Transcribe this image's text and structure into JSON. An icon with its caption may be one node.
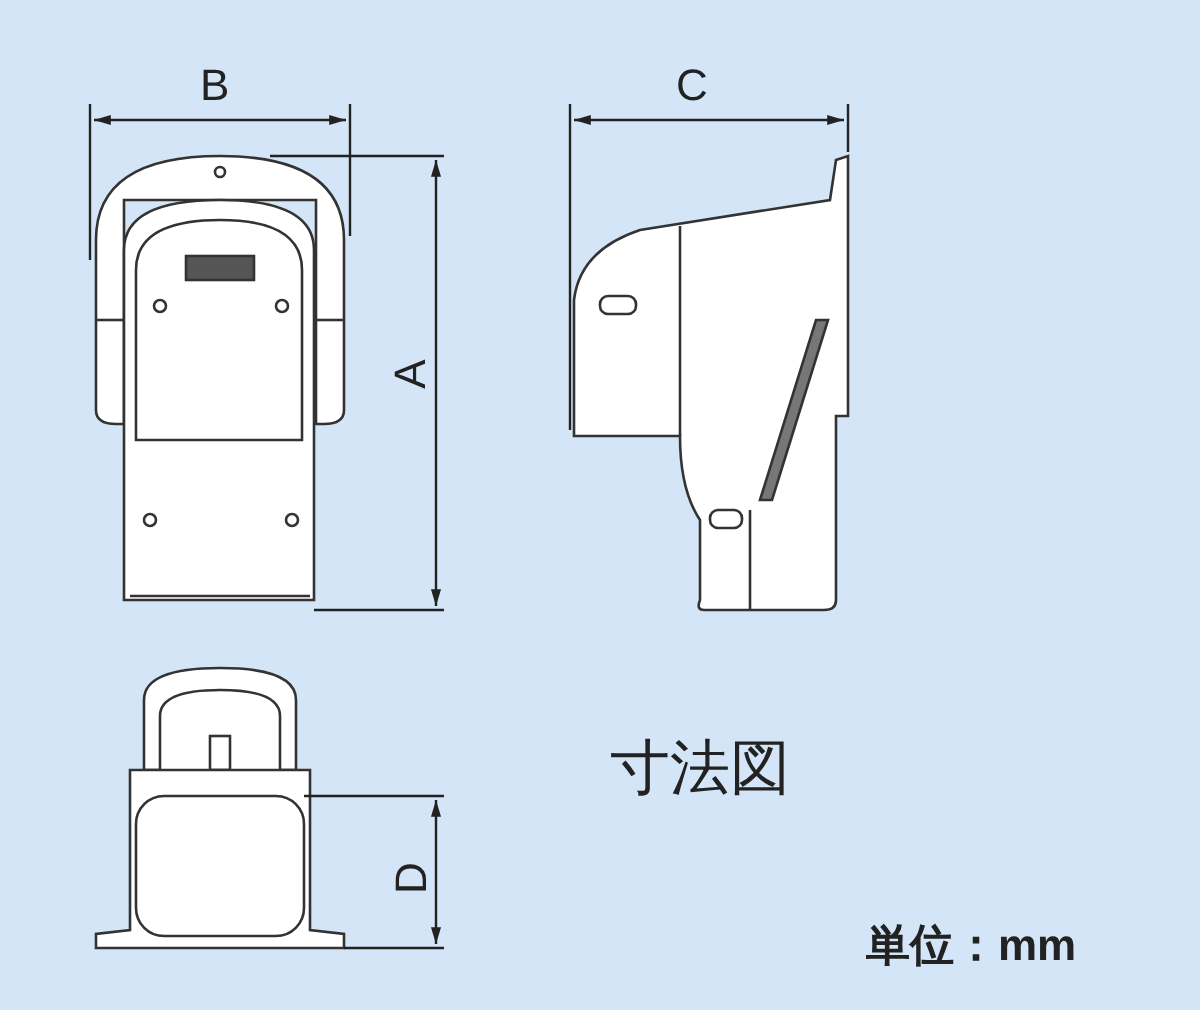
{
  "diagram": {
    "title": "寸法図",
    "labels": [
      "B",
      "C",
      "A",
      "D",
      "単位：mm"
    ]
  }
}
